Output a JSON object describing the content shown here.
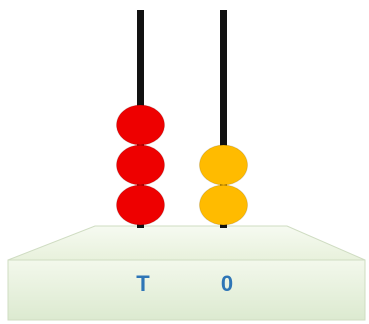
{
  "colors": {
    "rod": "#111111",
    "tens_bead": "#ee0000",
    "ones_bead": "#ffbb00",
    "base_top": "#eef4e6",
    "base_front": "#e9f2e0",
    "label": "#2e75b6"
  },
  "rods": [
    {
      "label": "T",
      "beads": 3
    },
    {
      "label": "0",
      "beads": 2
    }
  ]
}
